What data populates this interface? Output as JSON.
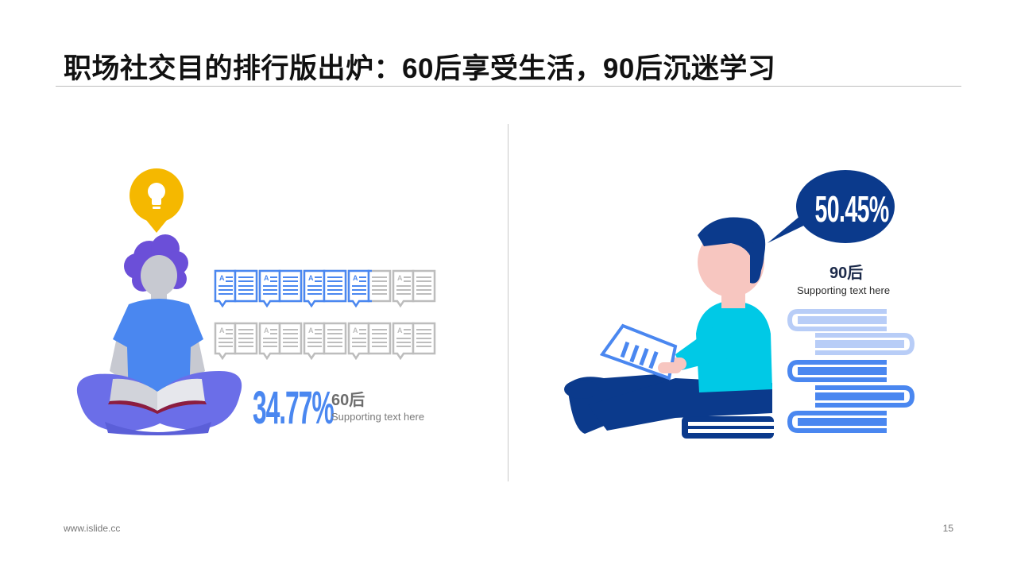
{
  "title": "职场社交目的排行版出炉：60后享受生活，90后沉迷学习",
  "left": {
    "percent": "34.77%",
    "generation": "60后",
    "supporting": "Supporting  text here",
    "filled_icons": 3.5,
    "total_icons": 10
  },
  "right": {
    "percent": "50.45%",
    "generation": "90后",
    "supporting": "Supporting  text here"
  },
  "footer": {
    "url": "www.islide.cc",
    "page": "15"
  },
  "colors": {
    "accent_blue": "#4a87f0",
    "navy": "#0b3a8c",
    "yellow": "#f5b800",
    "purple": "#6b4fd8",
    "cyan": "#00c9e6",
    "grey_icon": "#bdbdbd"
  },
  "icons": [
    "lightbulb-icon",
    "book-icon",
    "speech-bubble-icon"
  ]
}
